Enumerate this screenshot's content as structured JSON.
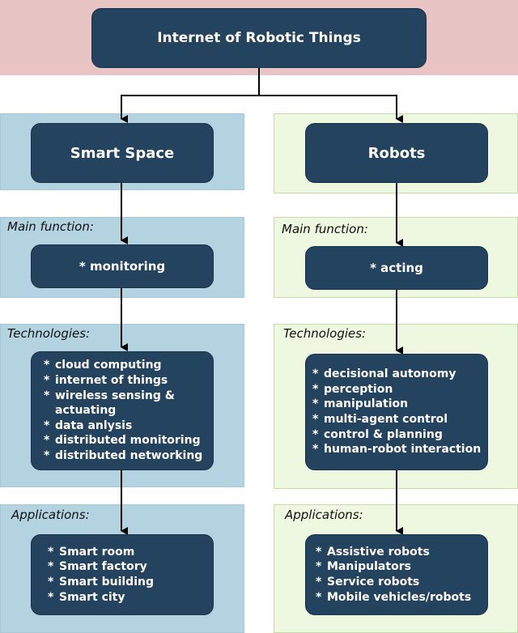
{
  "root": {
    "title": "Internet of Robotic Things"
  },
  "left": {
    "header": "Smart Space",
    "main_function_label": "Main function:",
    "main_function": "monitoring",
    "technologies_label": "Technologies:",
    "technologies": [
      "cloud computing",
      "internet of things",
      "wireless sensing & actuating",
      "data anlysis",
      "distributed monitoring",
      "distributed networking"
    ],
    "applications_label": "Applications:",
    "applications": [
      "Smart room",
      "Smart factory",
      "Smart building",
      "Smart city"
    ]
  },
  "right": {
    "header": "Robots",
    "main_function_label": "Main function:",
    "main_function": "acting",
    "technologies_label": "Technologies:",
    "technologies": [
      "decisional autonomy",
      "perception",
      "manipulation",
      "multi-agent control",
      "control & planning",
      "human-robot interaction"
    ],
    "applications_label": "Applications:",
    "applications": [
      "Assistive robots",
      "Manipulators",
      "Service robots",
      "Mobile vehicles/robots"
    ]
  },
  "colors": {
    "box_fill": "#24435e",
    "top_band": "#e8c4c4",
    "left_band": "#b3d3e0",
    "right_band": "#eef7df"
  }
}
